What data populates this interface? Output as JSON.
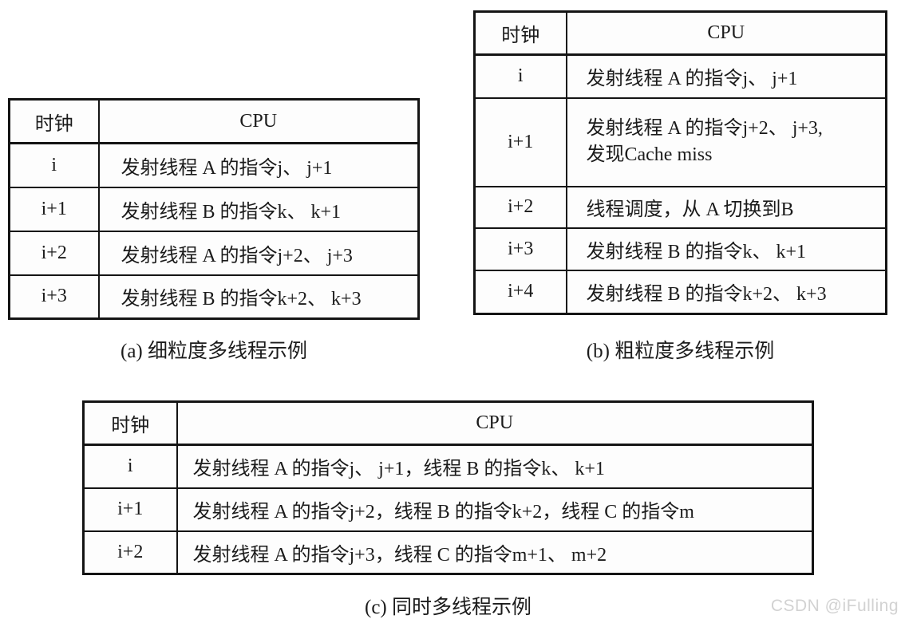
{
  "watermark": "CSDN @iFulling",
  "tables": [
    {
      "caption": "(a) 细粒度多线程示例",
      "headers": [
        "时钟",
        "CPU"
      ],
      "rows": [
        [
          "i",
          "发射线程 A 的指令j、 j+1"
        ],
        [
          "i+1",
          "发射线程 B 的指令k、 k+1"
        ],
        [
          "i+2",
          "发射线程 A 的指令j+2、 j+3"
        ],
        [
          "i+3",
          "发射线程 B 的指令k+2、 k+3"
        ]
      ]
    },
    {
      "caption": "(b) 粗粒度多线程示例",
      "headers": [
        "时钟",
        "CPU"
      ],
      "rows": [
        [
          "i",
          "发射线程 A 的指令j、 j+1"
        ],
        [
          "i+1",
          "发射线程 A 的指令j+2、 j+3,\n发现Cache miss"
        ],
        [
          "i+2",
          "线程调度，从 A 切换到B"
        ],
        [
          "i+3",
          "发射线程 B 的指令k、 k+1"
        ],
        [
          "i+4",
          "发射线程 B 的指令k+2、 k+3"
        ]
      ]
    },
    {
      "caption": "(c) 同时多线程示例",
      "headers": [
        "时钟",
        "CPU"
      ],
      "rows": [
        [
          "i",
          "发射线程 A 的指令j、 j+1，线程 B 的指令k、 k+1"
        ],
        [
          "i+1",
          "发射线程 A 的指令j+2，线程 B 的指令k+2，线程 C 的指令m"
        ],
        [
          "i+2",
          "发射线程 A 的指令j+3，线程 C 的指令m+1、 m+2"
        ]
      ]
    }
  ]
}
